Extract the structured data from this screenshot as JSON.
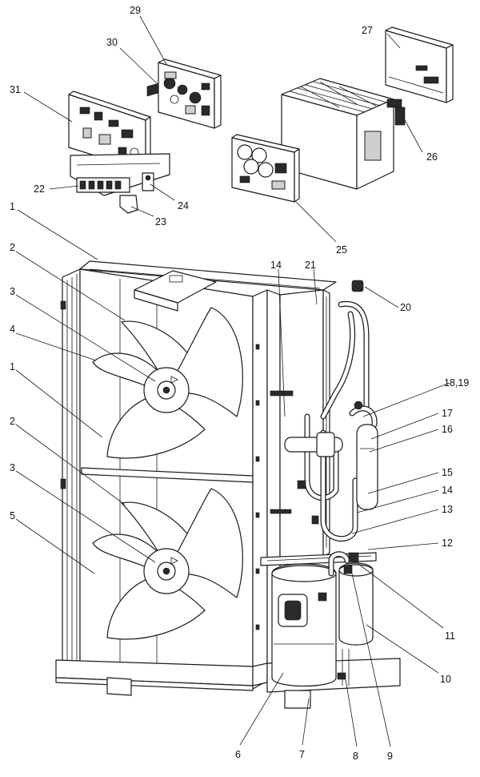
{
  "callouts": [
    {
      "id": "c29",
      "label": "29"
    },
    {
      "id": "c30",
      "label": "30"
    },
    {
      "id": "c27",
      "label": "27"
    },
    {
      "id": "c31",
      "label": "31"
    },
    {
      "id": "c26",
      "label": "26"
    },
    {
      "id": "c22",
      "label": "22"
    },
    {
      "id": "c24",
      "label": "24"
    },
    {
      "id": "c23",
      "label": "23"
    },
    {
      "id": "c25",
      "label": "25"
    },
    {
      "id": "c1a",
      "label": "1"
    },
    {
      "id": "c2a",
      "label": "2"
    },
    {
      "id": "c14a",
      "label": "14"
    },
    {
      "id": "c21",
      "label": "21"
    },
    {
      "id": "c20",
      "label": "20"
    },
    {
      "id": "c3a",
      "label": "3"
    },
    {
      "id": "c4",
      "label": "4"
    },
    {
      "id": "c1b",
      "label": "1"
    },
    {
      "id": "c18",
      "label": "18,19"
    },
    {
      "id": "c17",
      "label": "17"
    },
    {
      "id": "c16",
      "label": "16"
    },
    {
      "id": "c2b",
      "label": "2"
    },
    {
      "id": "c15",
      "label": "15"
    },
    {
      "id": "c14b",
      "label": "14"
    },
    {
      "id": "c3b",
      "label": "3"
    },
    {
      "id": "c13",
      "label": "13"
    },
    {
      "id": "c5",
      "label": "5"
    },
    {
      "id": "c12",
      "label": "12"
    },
    {
      "id": "c11",
      "label": "11"
    },
    {
      "id": "c10",
      "label": "10"
    },
    {
      "id": "c6",
      "label": "6"
    },
    {
      "id": "c7",
      "label": "7"
    },
    {
      "id": "c8",
      "label": "8"
    },
    {
      "id": "c9",
      "label": "9"
    }
  ]
}
